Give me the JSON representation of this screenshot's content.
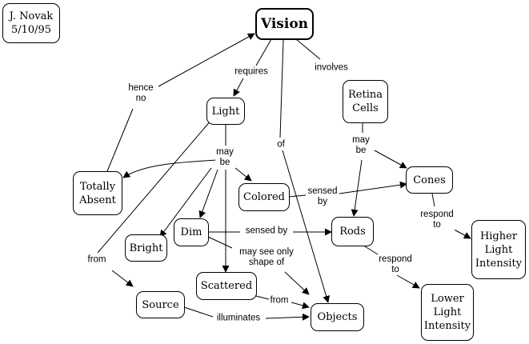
{
  "author_box": {
    "line1": "J. Novak",
    "line2": "5/10/95"
  },
  "nodes": {
    "vision": "Vision",
    "light": "Light",
    "retina_cells": "Retina\nCells",
    "totally_absent": "Totally\nAbsent",
    "colored": "Colored",
    "cones": "Cones",
    "bright": "Bright",
    "dim": "Dim",
    "rods": "Rods",
    "higher_light_intensity": "Higher\nLight\nIntensity",
    "scattered": "Scattered",
    "source": "Source",
    "objects": "Objects",
    "lower_light_intensity": "Lower\nLight\nIntensity"
  },
  "links": {
    "requires": "requires",
    "involves": "involves",
    "hence_no": "hence\nno",
    "of": "of",
    "may_be_light": "may\nbe",
    "may_be_retina": "may\nbe",
    "sensed_by_colored": "sensed\nby",
    "respond_to_cones": "respond\nto",
    "sensed_by_dim": "sensed by",
    "may_see_only": "may see only\nshape of",
    "respond_to_rods": "respond\nto",
    "from_light": "from",
    "from_scattered": "from",
    "illuminates": "illuminates"
  }
}
